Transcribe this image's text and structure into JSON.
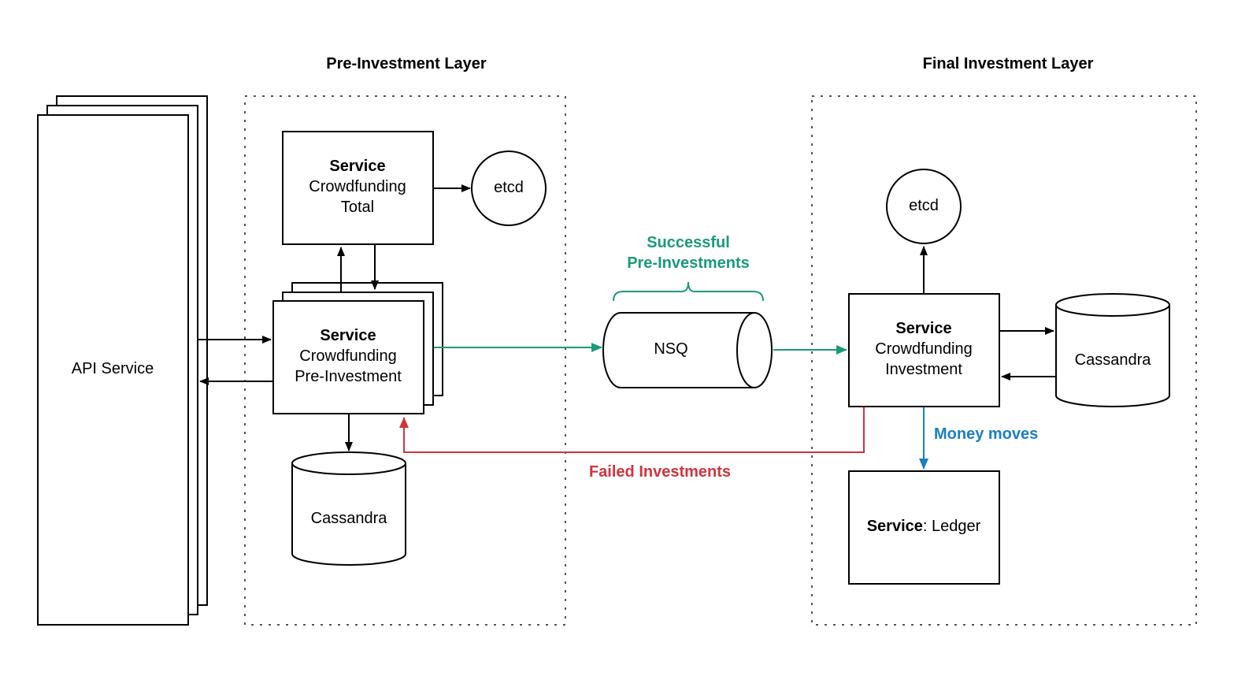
{
  "layers": {
    "pre_investment": "Pre-Investment Layer",
    "final_investment": "Final Investment Layer"
  },
  "nodes": {
    "api_service": "API Service",
    "total": {
      "strong": "Service",
      "line1": "Crowdfunding",
      "line2": "Total"
    },
    "etcd_pre": "etcd",
    "pre_investment": {
      "strong": "Service",
      "line1": "Crowdfunding",
      "line2": "Pre-Investment"
    },
    "cassandra_pre": "Cassandra",
    "nsq": "NSQ",
    "etcd_final": "etcd",
    "investment": {
      "strong": "Service",
      "line1": "Crowdfunding",
      "line2": "Investment"
    },
    "cassandra_final": "Cassandra",
    "ledger": {
      "strong": "Service",
      "rest": ": Ledger"
    }
  },
  "edges": {
    "successful": {
      "line1": "Successful",
      "line2": "Pre-Investments",
      "color": "#1a9a7a"
    },
    "failed": {
      "label": "Failed Investments",
      "color": "#d0343f"
    },
    "money": {
      "label": "Money moves",
      "color": "#1a7fc1"
    }
  }
}
